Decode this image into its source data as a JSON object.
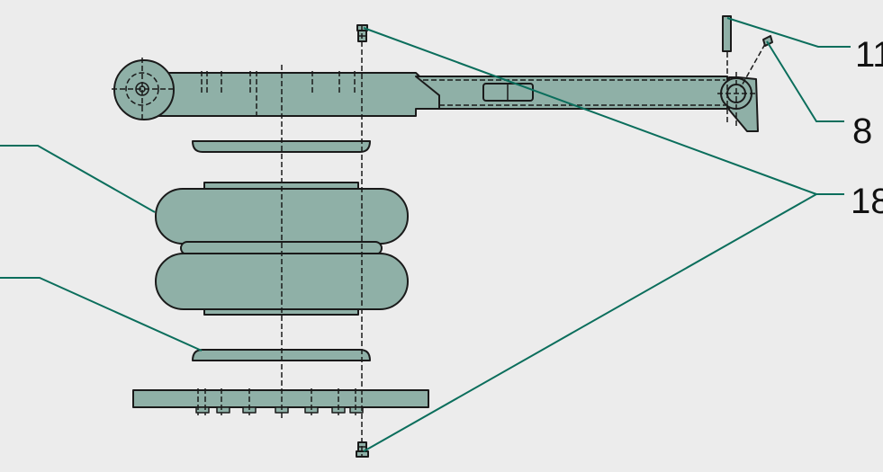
{
  "colors": {
    "background": "#ececec",
    "part_fill": "#8fb0a7",
    "outline": "#1a1a1a",
    "leader_line": "#0b6e5c",
    "label_text": "#111111"
  },
  "callouts": [
    {
      "id": "callout-11",
      "label": "11"
    },
    {
      "id": "callout-8",
      "label": "8"
    },
    {
      "id": "callout-18",
      "label": "18"
    }
  ]
}
